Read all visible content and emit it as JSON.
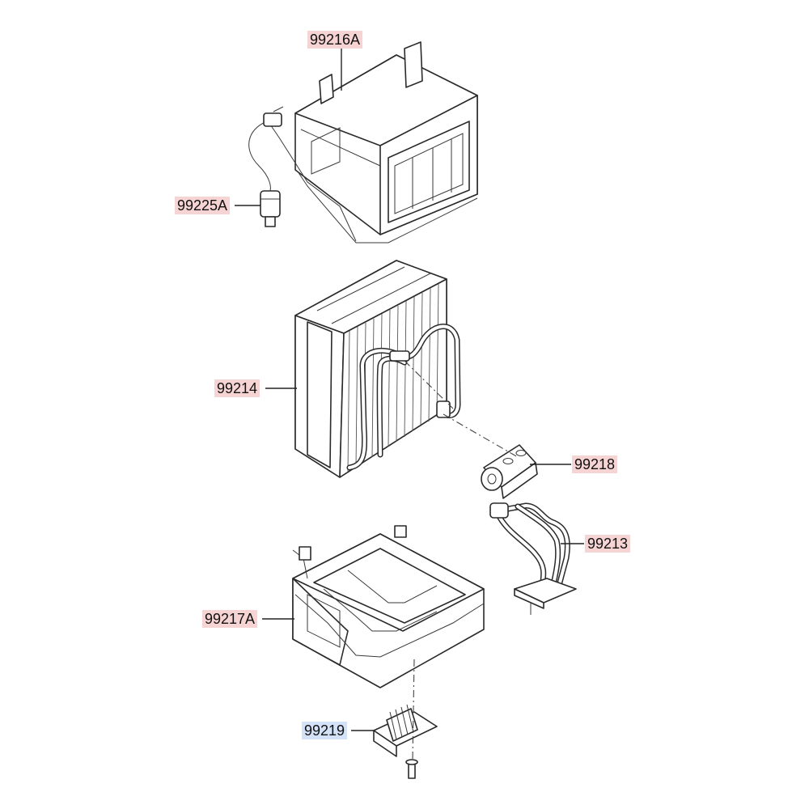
{
  "colors": {
    "highlight_red": "#f7d4d4",
    "highlight_blue": "#d4e2f7",
    "line": "#2a2a2a"
  },
  "callouts": [
    {
      "id": "case_upper",
      "label": "99216A",
      "highlight": "red"
    },
    {
      "id": "sensor",
      "label": "99225A",
      "highlight": "red"
    },
    {
      "id": "evaporator",
      "label": "99214",
      "highlight": "red"
    },
    {
      "id": "expansion_valve",
      "label": "99218",
      "highlight": "red"
    },
    {
      "id": "pipe",
      "label": "99213",
      "highlight": "red"
    },
    {
      "id": "case_lower",
      "label": "99217A",
      "highlight": "red"
    },
    {
      "id": "resistor",
      "label": "99219",
      "highlight": "blue"
    }
  ]
}
